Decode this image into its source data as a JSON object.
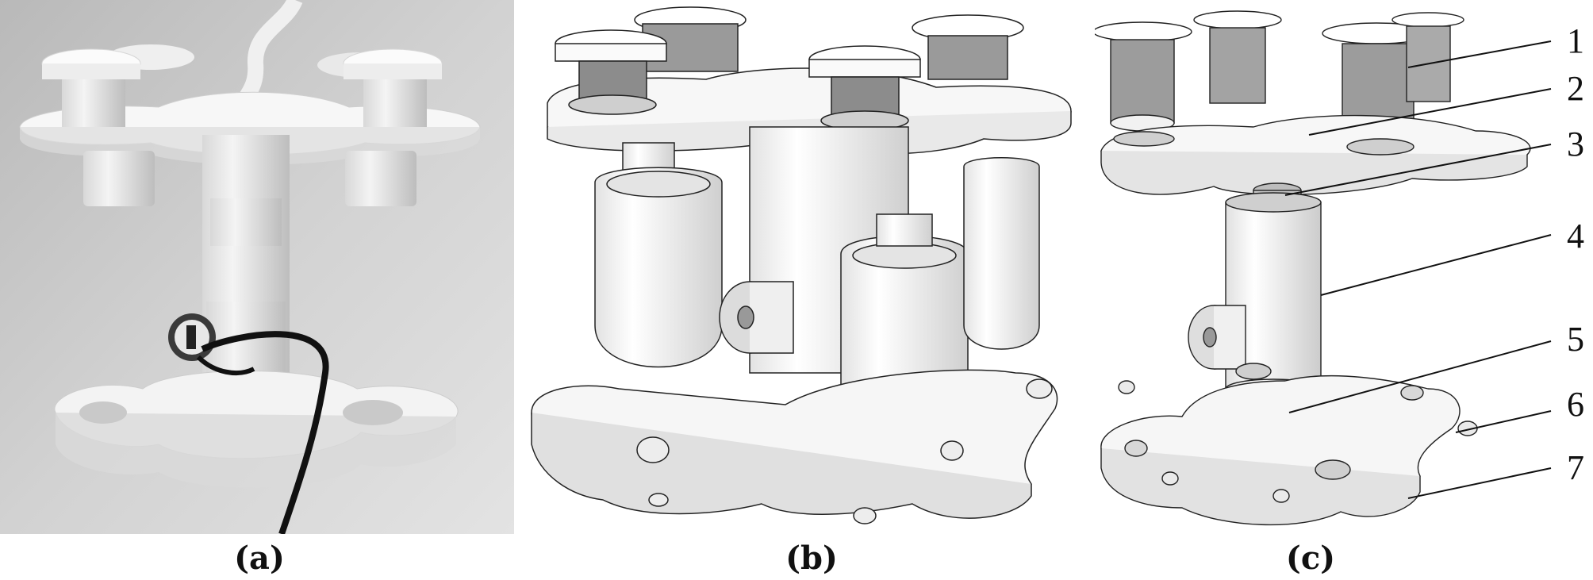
{
  "figure": {
    "panels": [
      {
        "id": "a",
        "label": "(a)"
      },
      {
        "id": "b",
        "label": "(b)"
      },
      {
        "id": "c",
        "label": "(c)"
      }
    ],
    "callouts": [
      "1",
      "2",
      "3",
      "4",
      "5",
      "6",
      "7"
    ]
  }
}
